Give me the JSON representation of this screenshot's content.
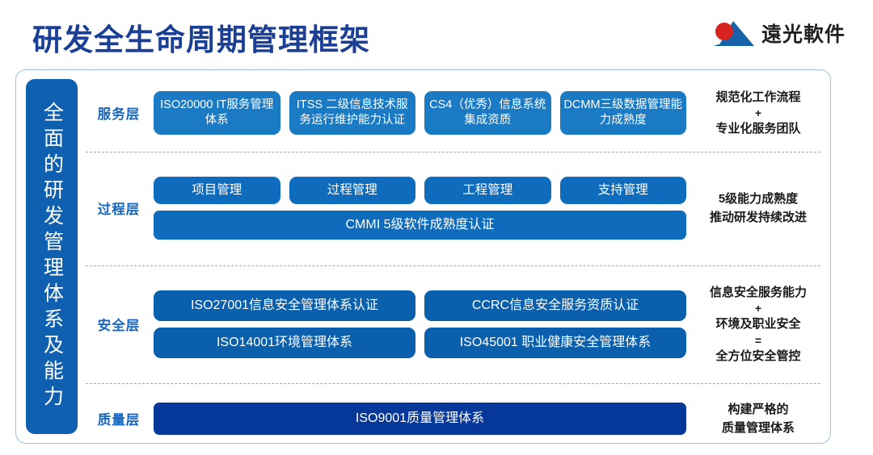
{
  "header": {
    "title": "研发全生命周期管理框架",
    "logo_text": "遠光軟件",
    "logo_mark_name": "yuanguang-logo-mark"
  },
  "sidebar": {
    "label": "全面的研发管理体系及能力"
  },
  "colors": {
    "title": "#1B3F94",
    "sidebar": "#0F60B0",
    "service_chip": "#1A7AC4",
    "process_chip": "#0F6CBD",
    "security_chip": "#0A60AD",
    "quality_chip": "#06389A",
    "card_border": "#9CC3E5",
    "divider": "#a6a6a6",
    "layer_label": "#1565C0",
    "logo_red": "#D9231F",
    "logo_blue": "#1763A8"
  },
  "layers": [
    {
      "label": "服务层",
      "chips_row1": [
        "ISO20000 IT服务管理体系",
        "ITSS 二级信息技术服务运行维护能力认证",
        "CS4（优秀）信息系统集成资质",
        "DCMM三级数据管理能力成熟度"
      ],
      "note_lines": [
        "规范化工作流程",
        "+",
        "专业化服务团队"
      ]
    },
    {
      "label": "过程层",
      "chips_row1": [
        "项目管理",
        "过程管理",
        "工程管理",
        "支持管理"
      ],
      "chips_row2": [
        "CMMI 5级软件成熟度认证"
      ],
      "note_lines": [
        "5级能力成熟度",
        "推动研发持续改进"
      ]
    },
    {
      "label": "安全层",
      "chips_row1": [
        "ISO27001信息安全管理体系认证",
        "CCRC信息安全服务资质认证"
      ],
      "chips_row2": [
        "ISO14001环境管理体系",
        "ISO45001 职业健康安全管理体系"
      ],
      "note_lines": [
        "信息安全服务能力",
        "+",
        "环境及职业安全",
        "=",
        "全方位安全管控"
      ]
    },
    {
      "label": "质量层",
      "chips_row1": [
        "ISO9001质量管理体系"
      ],
      "note_lines": [
        "构建严格的",
        "质量管理体系"
      ]
    }
  ]
}
